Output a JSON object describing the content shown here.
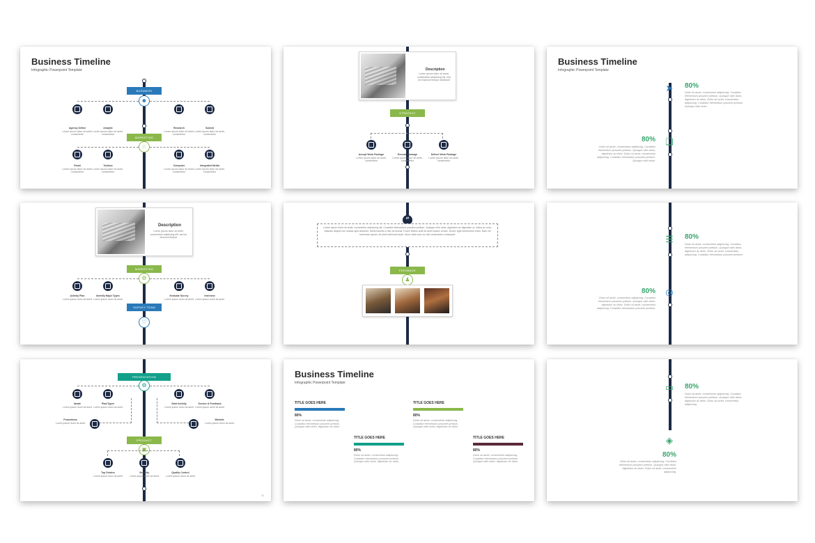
{
  "deck": {
    "title": "Business Timeline",
    "subtitle": "Infographic Powerpoint Template"
  },
  "slide1": {
    "tag_top": "BUSINESS",
    "tag_mid": "MARKETING",
    "items_top": [
      {
        "label": "Agency Define",
        "text": "Lorem ipsum dolor sit amet, consectetur"
      },
      {
        "label": "Analytic",
        "text": "Lorem ipsum dolor sit amet, consectetur"
      },
      {
        "label": "Research",
        "text": "Lorem ipsum dolor sit amet, consectetur"
      },
      {
        "label": "Submit",
        "text": "Lorem ipsum dolor sit amet, consectetur"
      }
    ],
    "items_bottom": [
      {
        "label": "Email",
        "text": "Lorem ipsum dolor sit amet, consectetur"
      },
      {
        "label": "Toolbox",
        "text": "Lorem ipsum dolor sit amet, consectetur"
      },
      {
        "label": "Computer",
        "text": "Lorem ipsum dolor sit amet, consectetur"
      },
      {
        "label": "Integrated Media",
        "text": "Lorem ipsum dolor sit amet, consectetur"
      }
    ]
  },
  "slide2": {
    "desc_title": "Description",
    "desc_text": "Lorem ipsum dolor sit amet, consectetur adipiscing elit, sed do eiusmod tempor incididunt",
    "tag": "STRATEGY",
    "items": [
      {
        "label": "Accept Work Package",
        "text": "Lorem ipsum dolor sit amet, consectetur"
      },
      {
        "label": "Execute Package",
        "text": "Lorem ipsum dolor sit amet, consectetur"
      },
      {
        "label": "Deliver Work Package",
        "text": "Lorem ipsum dolor sit amet, consectetur"
      }
    ]
  },
  "slide3": {
    "pct_a": "80%",
    "pct_b": "80%",
    "lorem": "Dolor sit amet, consectetur adipiscing. Curabitur elementum posuere pretium. Quisque nibh dolor, dignissim ac dolor. Dolor sit amet, consectetur adipiscing. Curabitur elementum posuere pretium. Quisque nibh dolor."
  },
  "slide4": {
    "desc_title": "Description",
    "desc_text": "Lorem ipsum dolor sit amet, consectetur adipiscing elit, sed do eiusmod tempor",
    "tag_top": "MARKETING",
    "tag_bottom": "SURVEY TEAM",
    "items": [
      {
        "label": "Activity Plan",
        "text": "Lorem ipsum dolor sit amet"
      },
      {
        "label": "Identify Major Types",
        "text": "Lorem ipsum dolor sit amet"
      },
      {
        "label": "Evaluate Survey",
        "text": "Lorem ipsum dolor sit amet"
      },
      {
        "label": "Interview",
        "text": "Lorem ipsum dolor sit amet"
      }
    ]
  },
  "slide5": {
    "quote": "Lorem ipsum dolor sit amet, consectetur adipiscing elit. Curabitur elementum posuere pretium. Quisque nibh dolor, dignissim ac dignissim ut, luctus ac urna. Aliquam aliquet non massa quis tincidunt. Morbi lobortis a nisl vel lacinia. Fusce finibus ante sit amet auctor ornare. Donec eget elementum tortor. Nam vel commodo ipsum, sit amet vehicula turpis. Nunc vitae nunc ac nisl consectetur consequat.",
    "tag": "FEEDBACK"
  },
  "slide6": {
    "pct_a": "80%",
    "pct_b": "80%",
    "lorem": "Dolor sit amet, consectetur adipiscing. Curabitur elementum posuere pretium. Quisque nibh dolor, dignissim ac dolor. Dolor sit amet, consectetur adipiscing. Curabitur elementum posuere pretium."
  },
  "slide7": {
    "tag_top": "PRESENTATION",
    "tag_bottom": "PRODUCT",
    "items_top": [
      {
        "label": "Ideate",
        "text": "Lorem ipsum dolor sit amet"
      },
      {
        "label": "Plan/Types",
        "text": "Lorem ipsum dolor sit amet"
      },
      {
        "label": "Start Activity",
        "text": "Lorem ipsum dolor sit amet"
      },
      {
        "label": "Service & Feedback",
        "text": "Lorem ipsum dolor sit amet"
      }
    ],
    "items_mid": [
      {
        "label": "Promotions",
        "text": "Lorem ipsum dolor sit amet"
      },
      {
        "label": "Website",
        "text": "Lorem ipsum dolor sit amet"
      }
    ],
    "items_bottom": [
      {
        "label": "Top Dealers",
        "text": "Lorem ipsum dolor sit amet"
      },
      {
        "label": "Security",
        "text": "Lorem ipsum dolor sit amet"
      },
      {
        "label": "Quality Control",
        "text": "Lorem ipsum dolor sit amet"
      }
    ],
    "page_num": "11"
  },
  "slide8": {
    "blocks": [
      {
        "head": "TITLE GOES HERE",
        "pct": "80%",
        "text": "Dolor sit amet, consectetur adipiscing. Curabitur elementum posuere pretium. Quisque nibh dolor, dignissim ac dolor."
      },
      {
        "head": "TITLE GOES HERE",
        "pct": "80%",
        "text": "Dolor sit amet, consectetur adipiscing. Curabitur elementum posuere pretium. Quisque nibh dolor, dignissim ac dolor."
      },
      {
        "head": "TITLE GOES HERE",
        "pct": "80%",
        "text": "Dolor sit amet, consectetur adipiscing. Curabitur elementum posuere pretium. Quisque nibh dolor, dignissim ac dolor."
      },
      {
        "head": "TITLE GOES HERE",
        "pct": "80%",
        "text": "Dolor sit amet, consectetur adipiscing. Curabitur elementum posuere pretium. Quisque nibh dolor, dignissim ac dolor."
      }
    ],
    "colors": [
      "#2a7ab9",
      "#8ab84b",
      "#12a08a",
      "#5b2a3a"
    ]
  },
  "slide9": {
    "pct_a": "80%",
    "pct_b": "80%",
    "lorem": "Dolor sit amet, consectetur adipiscing. Curabitur elementum posuere pretium. Quisque nibh dolor, dignissim ac dolor. Dolor sit amet, consectetur adipiscing."
  },
  "icons": [
    "paper-plane-icon",
    "photos-icon",
    "sliders-icon",
    "globe-icon",
    "monitor-icon",
    "money-icon",
    "quote-icon",
    "user-icon",
    "star-icon",
    "heart-icon",
    "gear-icon",
    "bag-icon"
  ]
}
